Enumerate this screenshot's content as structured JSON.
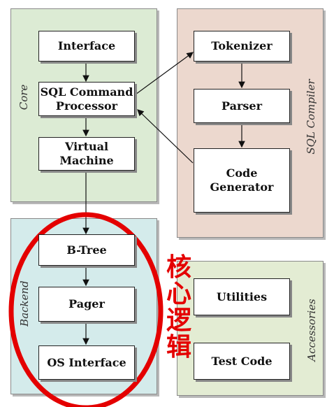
{
  "panels": {
    "core": "Core",
    "sql_compiler": "SQL Compiler",
    "backend": "Backend",
    "accessories": "Accessories"
  },
  "boxes": {
    "interface": "Interface",
    "sql_command_processor": "SQL Command\nProcessor",
    "virtual_machine": "Virtual Machine",
    "tokenizer": "Tokenizer",
    "parser": "Parser",
    "code_generator": "Code\nGenerator",
    "btree": "B-Tree",
    "pager": "Pager",
    "os_interface": "OS Interface",
    "utilities": "Utilities",
    "test_code": "Test Code"
  },
  "annotation": {
    "chars": [
      "核",
      "心",
      "逻",
      "辑"
    ]
  },
  "colors": {
    "highlight": "#e40000"
  }
}
